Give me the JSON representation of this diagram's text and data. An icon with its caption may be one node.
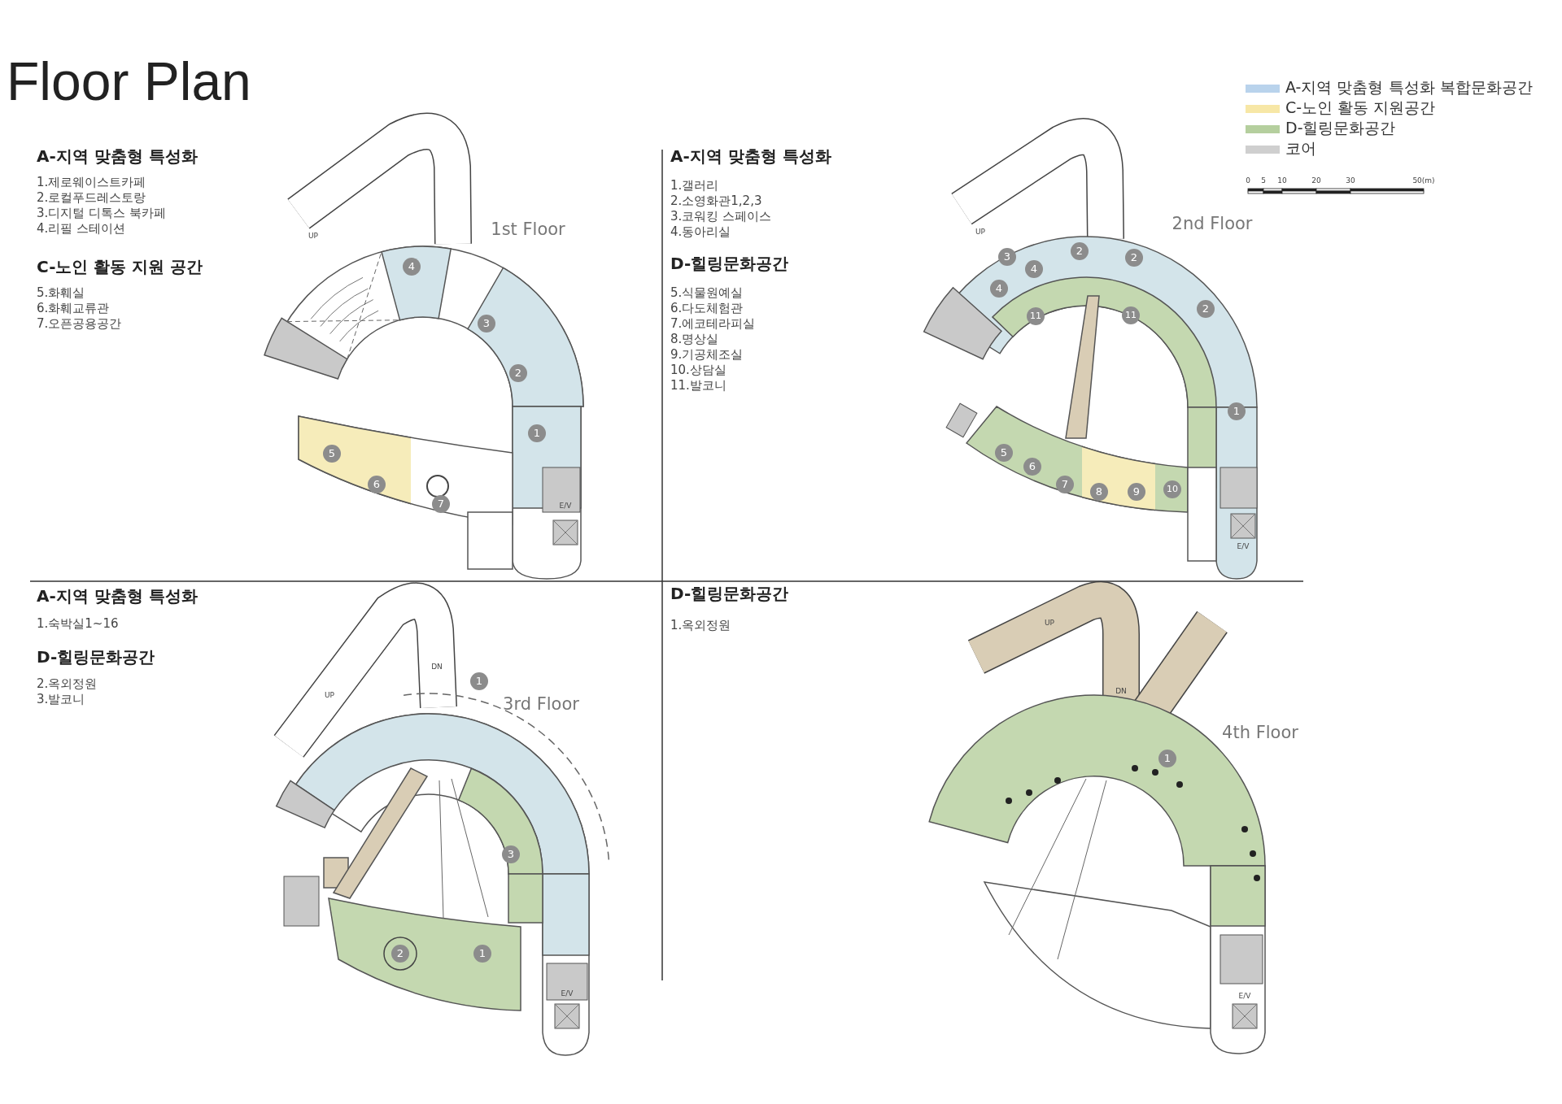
{
  "diagram": {
    "title": "Floor Plan",
    "labels": [
      "A-지역 맞춤형 특성화",
      "1.제로웨이스트카페",
      "2.로컬푸드레스토랑",
      "3.디지털 디톡스 북카페",
      "4.리필 스테이션",
      "C-노인 활동 지원 공간",
      "5.화훼실",
      "6.화훼교류관",
      "7.오픈공용공간",
      "A-지역 맞춤형 특성화",
      "1.갤러리",
      "2.소영화관1,2,3",
      "3.코워킹 스페이스",
      "4.동아리실",
      "D-힐링문화공간",
      "5.식물원예실",
      "6.다도체험관",
      "7.에코테라피실",
      "8.명상실",
      "9.기공체조실",
      "10.상담실",
      "11.발코니",
      "A-지역 맞춤형 특성화",
      "1.숙박실1~16",
      "D-힐링문화공간",
      "2.옥외정원",
      "3.발코니",
      "D-힐링문화공간",
      "1.옥외정원",
      "1st Floor",
      "4",
      "3",
      "2",
      "1",
      "5",
      "6",
      "7",
      "2nd Floor",
      "2",
      "3",
      "2",
      "4",
      "4",
      "2",
      "11",
      "11",
      "1",
      "5",
      "6",
      "7",
      "8",
      "9",
      "10",
      "3rd Floor",
      "1",
      "3",
      "2",
      "1",
      "4th Floor",
      "1",
      "0",
      "5",
      "10",
      "20",
      "30",
      "50(m)",
      "UP",
      "E/V",
      "UP",
      "E/V",
      "UP",
      "DN",
      "E/V",
      "DN",
      "UP",
      "E/V"
    ],
    "legend": [
      {
        "text": "A-지역 맞춤형 특성화 복합문화공간",
        "color": "#b9d3ec"
      },
      {
        "text": "C-노인 활동 지원공간",
        "color": "#f7e7a6"
      },
      {
        "text": "D-힐링문화공간",
        "color": "#b5cf9e"
      },
      {
        "text": "코어",
        "color": "#cfcfcf"
      }
    ]
  }
}
